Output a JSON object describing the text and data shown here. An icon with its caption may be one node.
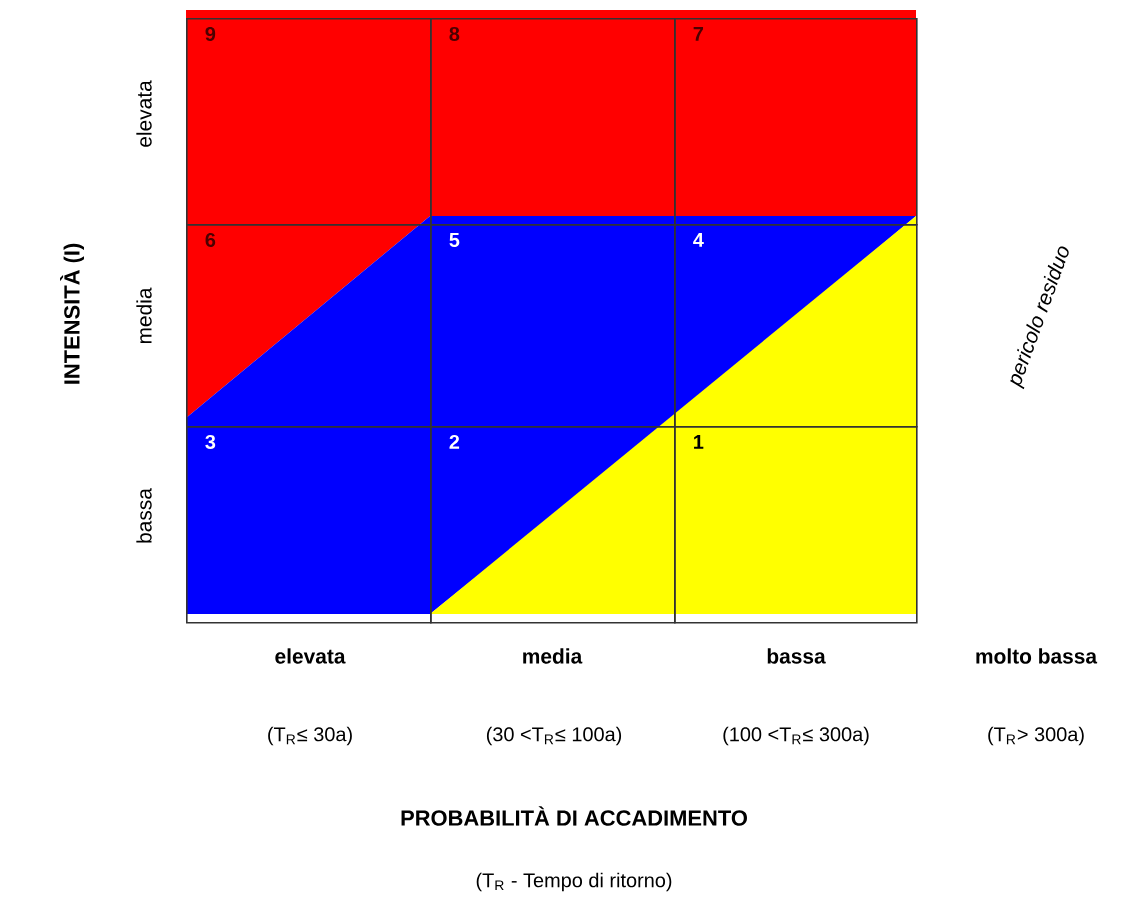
{
  "diagram": {
    "nodes": [
      {
        "text": [
          "9"
        ]
      },
      {
        "text": [
          "8"
        ]
      },
      {
        "text": [
          "7"
        ]
      },
      {
        "text": [
          "6"
        ]
      },
      {
        "text": [
          "5"
        ]
      },
      {
        "text": [
          "4"
        ]
      },
      {
        "text": [
          "3"
        ]
      },
      {
        "text": [
          "2"
        ]
      },
      {
        "text": [
          "1"
        ]
      }
    ],
    "labels": [
      "INTENSITÀ (I)",
      "elevata",
      "media",
      "bassa",
      "pericolo residuo",
      "elevata",
      "media",
      "bassa",
      "molto bassa",
      "(T$_{R}$≤ 30a)",
      "(30 <T$_{R}$≤ 100a)",
      "(100 <T$_{R}$≤ 300a)",
      "(T$_{R}$> 300a)",
      "PROBABILITÀ DI ACCADIMENTO",
      "(T$_{R}$ - Tempo di ritorno)"
    ]
  }
}
